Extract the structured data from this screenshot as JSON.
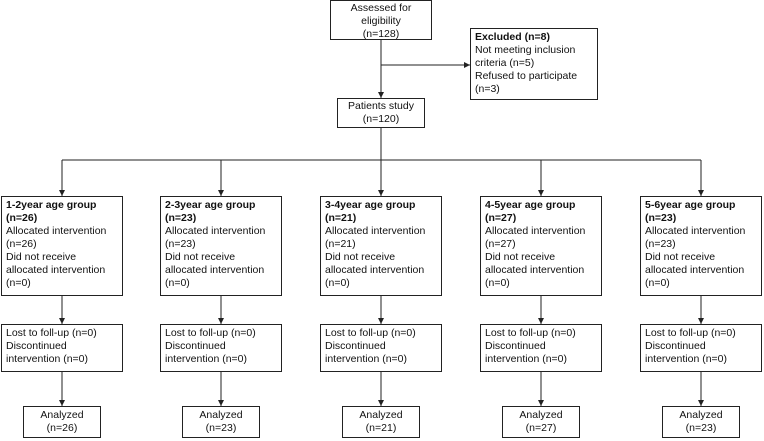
{
  "assessed": {
    "title": "Assessed for eligibility",
    "count": "(n=128)"
  },
  "excluded": {
    "title": "Excluded (n=8)",
    "reason1": "Not meeting inclusion criteria (n=5)",
    "reason2": "Refused to participate",
    "reason2_count": "(n=3)"
  },
  "study": {
    "title": "Patients study",
    "count": "(n=120)"
  },
  "groups": [
    {
      "title": "1-2year age group",
      "count": "(n=26)",
      "allocated": "Allocated intervention",
      "allocated_count": "(n=26)",
      "not_received": "Did not receive allocated intervention",
      "not_received_count": "(n=0)",
      "lost": "Lost to foll-up (n=0)",
      "discontinued": "Discontinued intervention (n=0)",
      "analyzed": "Analyzed",
      "analyzed_count": "(n=26)"
    },
    {
      "title": "2-3year age group",
      "count": "(n=23)",
      "allocated": "Allocated intervention",
      "allocated_count": "(n=23)",
      "not_received": "Did not receive allocated intervention",
      "not_received_count": "(n=0)",
      "lost": "Lost to foll-up (n=0)",
      "discontinued": "Discontinued intervention (n=0)",
      "analyzed": "Analyzed",
      "analyzed_count": "(n=23)"
    },
    {
      "title": "3-4year age group",
      "count": "(n=21)",
      "allocated": "Allocated intervention",
      "allocated_count": "(n=21)",
      "not_received": "Did not receive allocated intervention",
      "not_received_count": "(n=0)",
      "lost": "Lost to foll-up (n=0)",
      "discontinued": "Discontinued intervention (n=0)",
      "analyzed": "Analyzed",
      "analyzed_count": "(n=21)"
    },
    {
      "title": "4-5year age group",
      "count": "(n=27)",
      "allocated": "Allocated intervention",
      "allocated_count": "(n=27)",
      "not_received": "Did not receive allocated intervention",
      "not_received_count": "(n=0)",
      "lost": "Lost to foll-up (n=0)",
      "discontinued": "Discontinued intervention (n=0)",
      "analyzed": "Analyzed",
      "analyzed_count": "(n=27)"
    },
    {
      "title": "5-6year age group",
      "count": "(n=23)",
      "allocated": "Allocated intervention",
      "allocated_count": "(n=23)",
      "not_received": "Did not receive allocated intervention",
      "not_received_count": "(n=0)",
      "lost": "Lost to foll-up (n=0)",
      "discontinued": "Discontinued intervention (n=0)",
      "analyzed": "Analyzed",
      "analyzed_count": "(n=23)"
    }
  ]
}
